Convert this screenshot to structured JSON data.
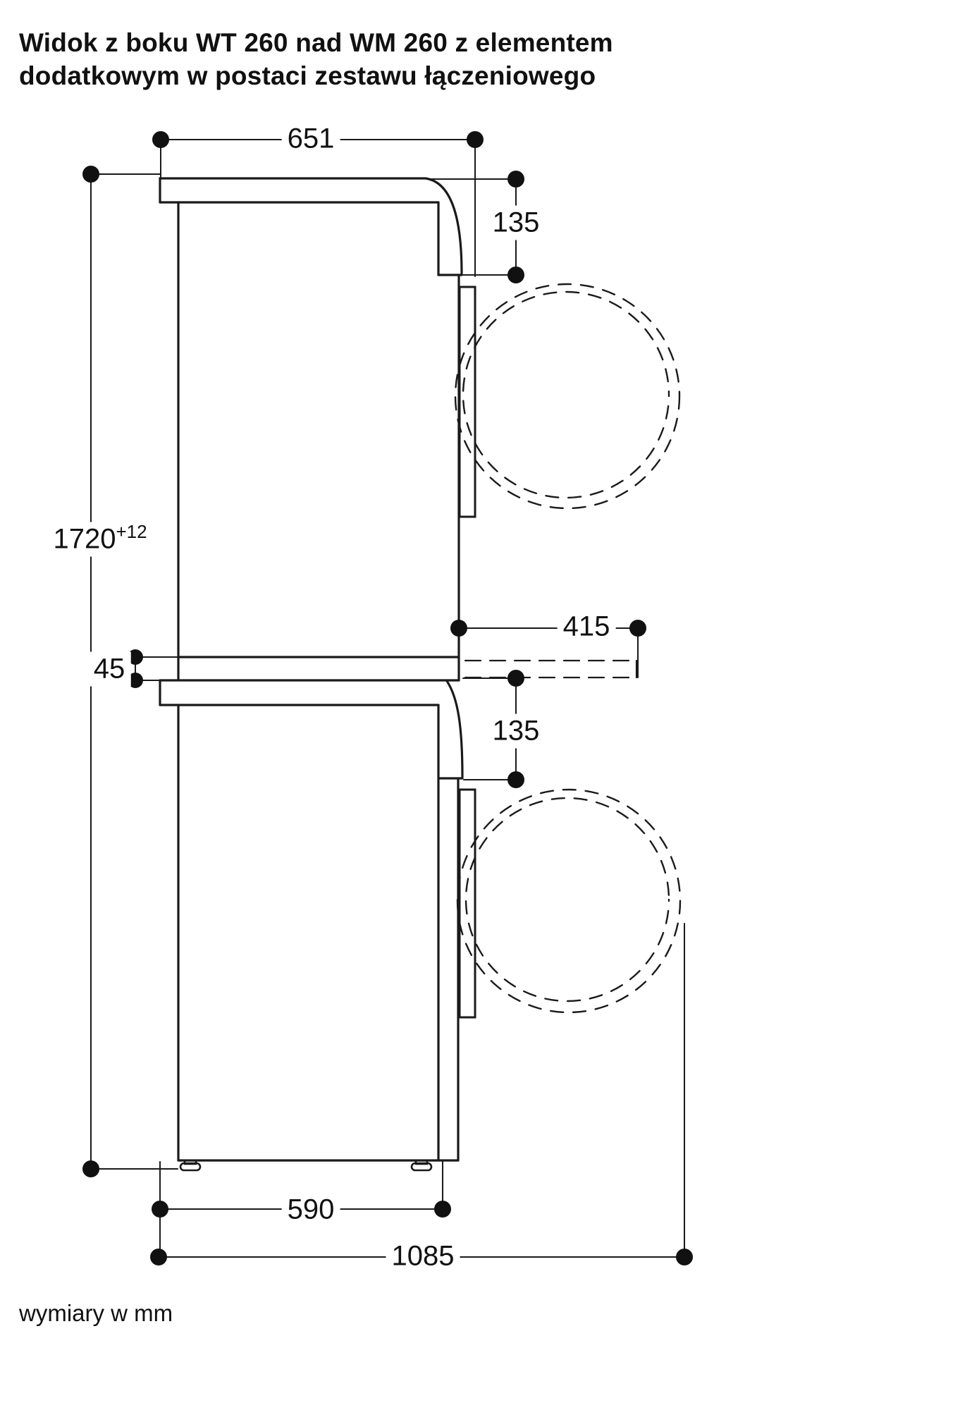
{
  "title": "Widok z boku WT 260 nad WM 260 z elementem dodatkowym w postaci zestawu łączeniowego",
  "footer": "wymiary w mm",
  "dimensions": {
    "top_depth": "651",
    "upper_door_offset": "135",
    "total_height": "1720",
    "total_height_tolerance": "+12",
    "connector_gap": "45",
    "pullout_depth": "415",
    "lower_door_offset": "135",
    "body_depth": "590",
    "total_depth": "1085"
  },
  "colors": {
    "line": "#1a1a1a",
    "background": "#ffffff"
  }
}
